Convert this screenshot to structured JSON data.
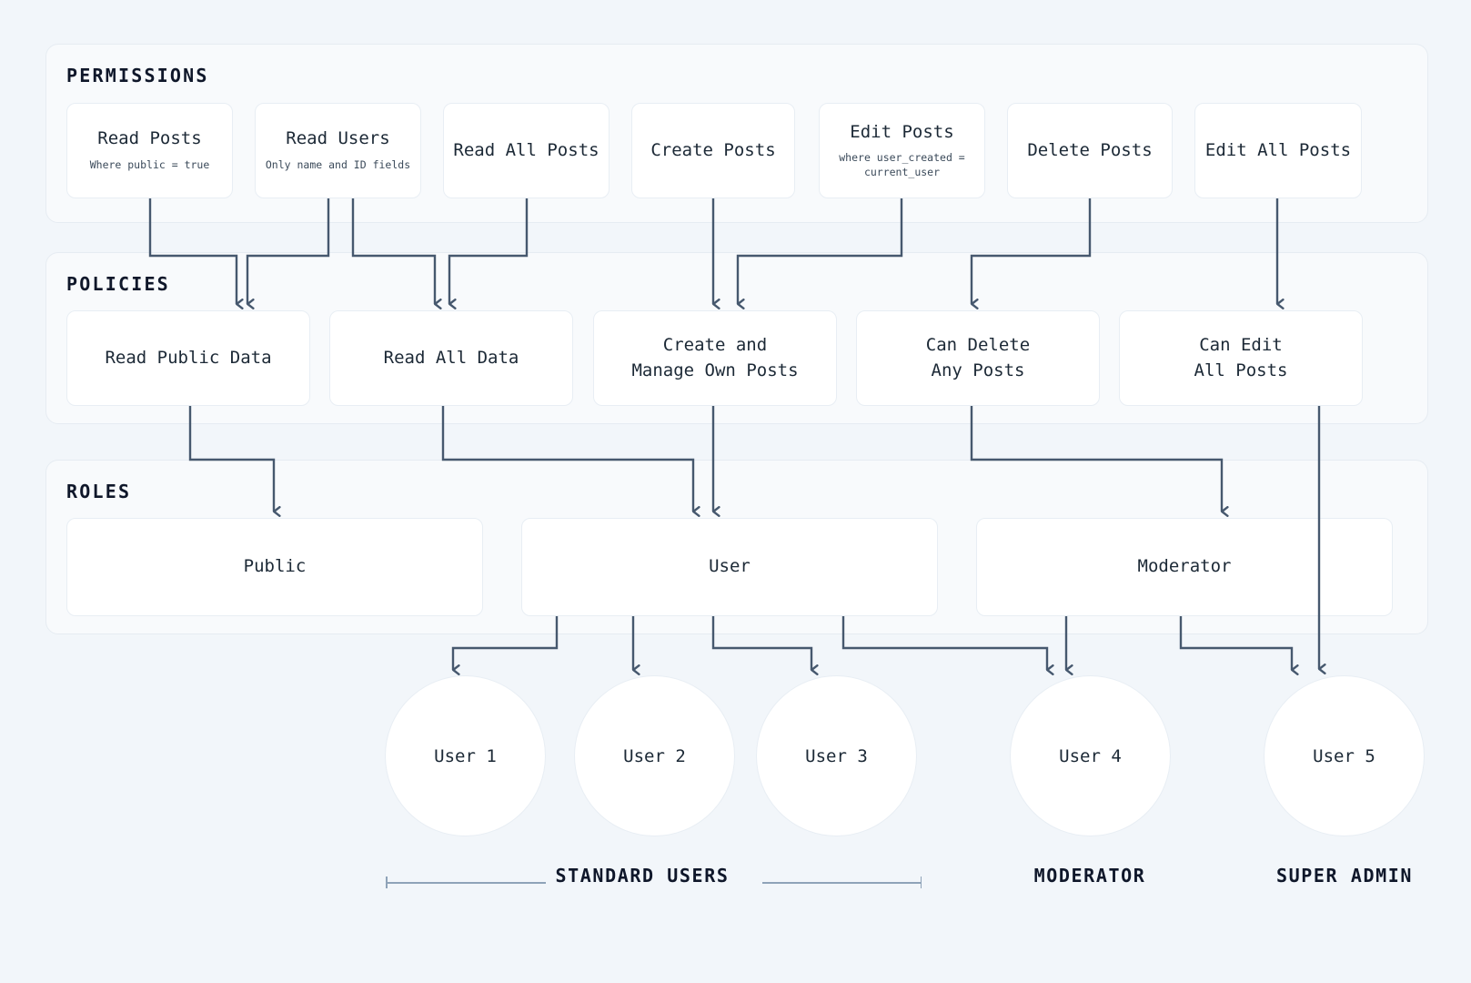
{
  "palette": {
    "page_bg": "#f2f6fa",
    "panel_bg": "#f8fafc",
    "panel_border": "#e6ecf2",
    "card_bg": "#ffffff",
    "card_border": "#e8eef4",
    "text": "#1c2936",
    "heading": "#0f172a",
    "wire": "#46586e",
    "bracket": "#8fa3b8"
  },
  "sections": {
    "permissions": {
      "title": "PERMISSIONS"
    },
    "policies": {
      "title": "POLICIES"
    },
    "roles": {
      "title": "ROLES"
    }
  },
  "permissions": [
    {
      "title": "Read Posts",
      "sub": "Where public = true"
    },
    {
      "title": "Read Users",
      "sub": "Only name and ID fields"
    },
    {
      "title": "Read All Posts",
      "sub": ""
    },
    {
      "title": "Create Posts",
      "sub": ""
    },
    {
      "title": "Edit Posts",
      "sub": "where user_created =\ncurrent_user"
    },
    {
      "title": "Delete Posts",
      "sub": ""
    },
    {
      "title": "Edit All Posts",
      "sub": ""
    }
  ],
  "policies": [
    {
      "title": "Read Public Data"
    },
    {
      "title": "Read All Data"
    },
    {
      "title": "Create and\nManage Own Posts"
    },
    {
      "title": "Can Delete\nAny Posts"
    },
    {
      "title": "Can Edit\nAll Posts"
    }
  ],
  "roles": [
    {
      "title": "Public"
    },
    {
      "title": "User"
    },
    {
      "title": "Moderator"
    }
  ],
  "users": [
    {
      "label": "User 1"
    },
    {
      "label": "User 2"
    },
    {
      "label": "User 3"
    },
    {
      "label": "User 4"
    },
    {
      "label": "User 5"
    }
  ],
  "group_labels": [
    {
      "label": "STANDARD USERS"
    },
    {
      "label": "MODERATOR"
    },
    {
      "label": "SUPER ADMIN"
    }
  ]
}
